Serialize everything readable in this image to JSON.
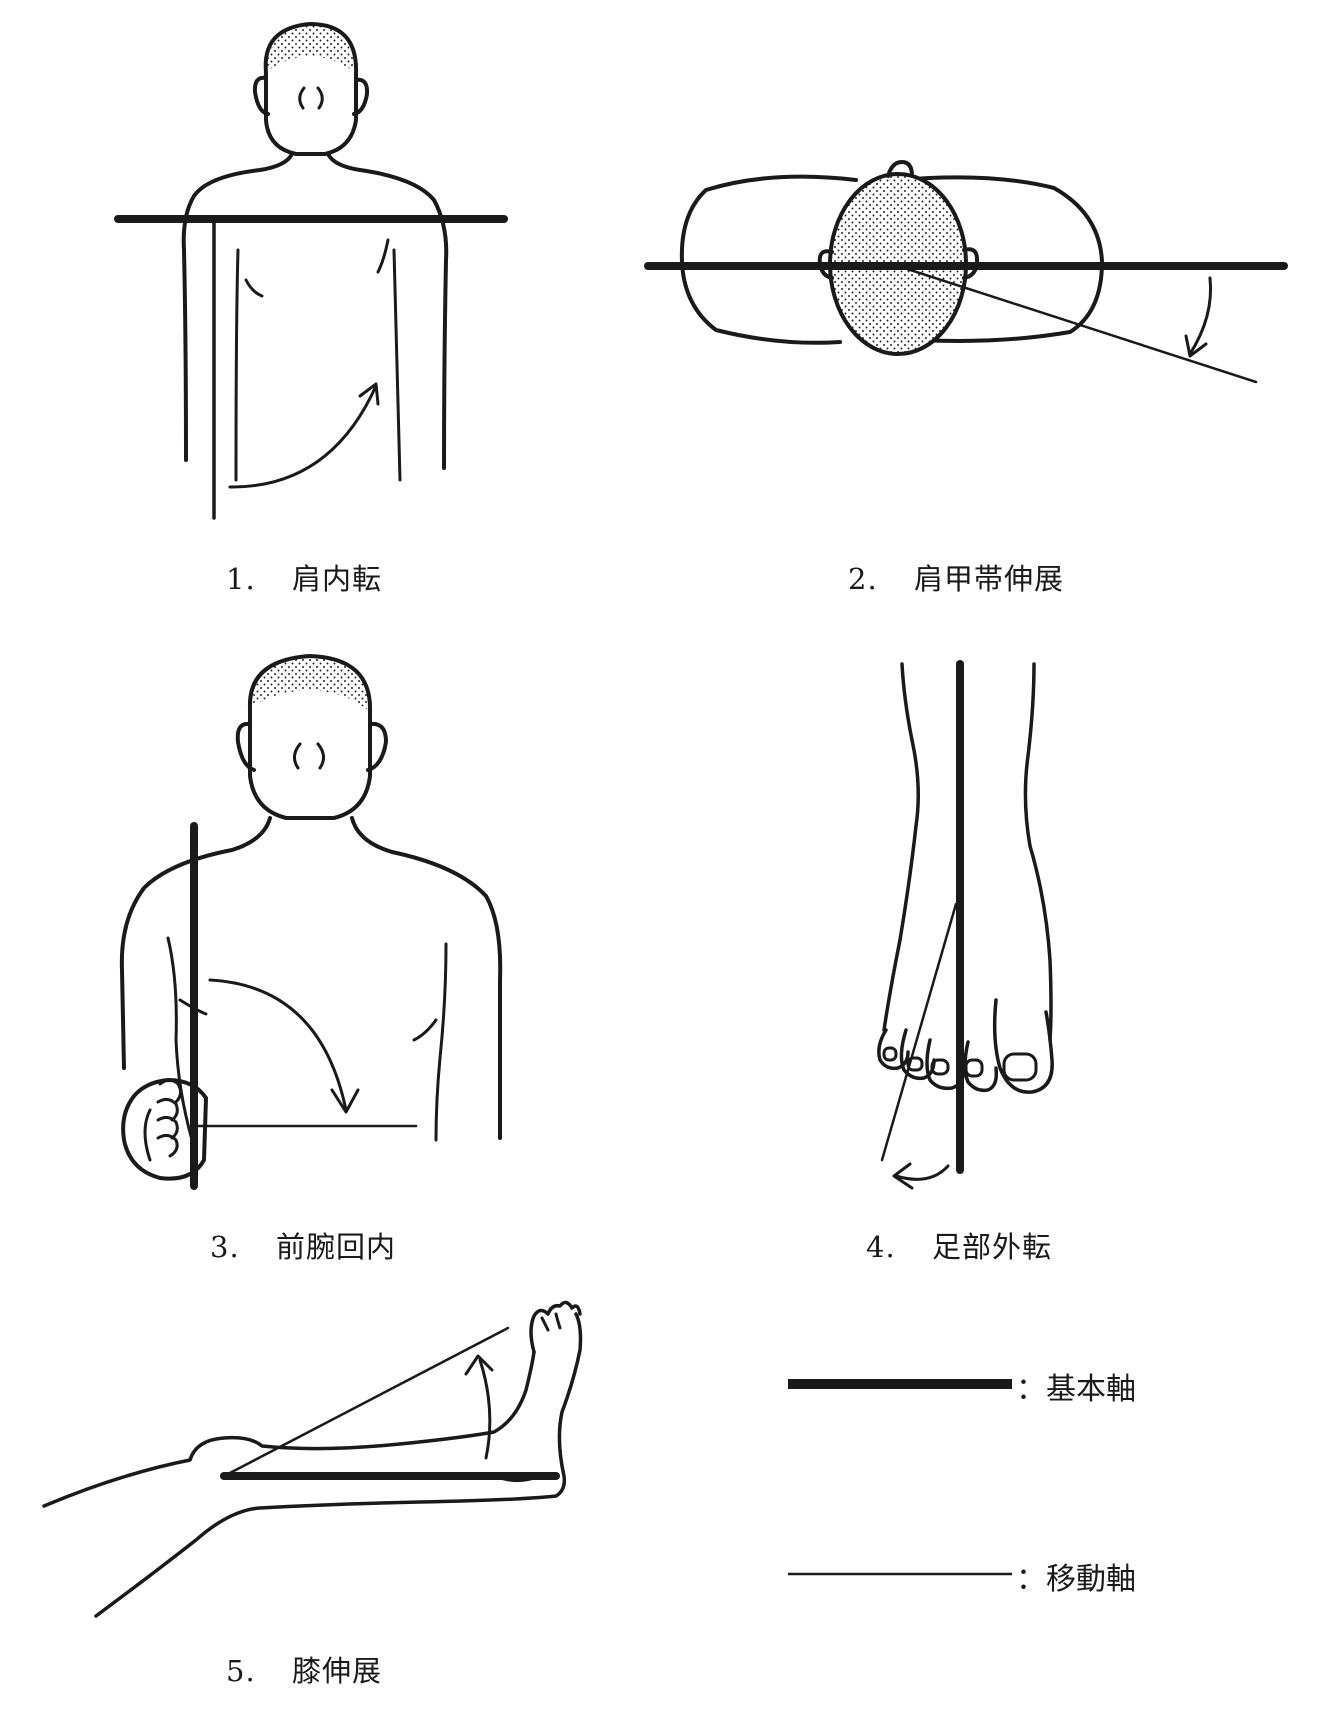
{
  "panels": [
    {
      "number": "1.",
      "label": "肩内転"
    },
    {
      "number": "2.",
      "label": "肩甲帯伸展"
    },
    {
      "number": "3.",
      "label": "前腕回内"
    },
    {
      "number": "4.",
      "label": "足部外転"
    },
    {
      "number": "5.",
      "label": "膝伸展"
    }
  ],
  "legend": {
    "basic_axis": "：基本軸",
    "moving_axis": "：移動軸"
  },
  "colors": {
    "line": "#1a1a1a",
    "background": "#ffffff",
    "stipple": "#1a1a1a"
  }
}
